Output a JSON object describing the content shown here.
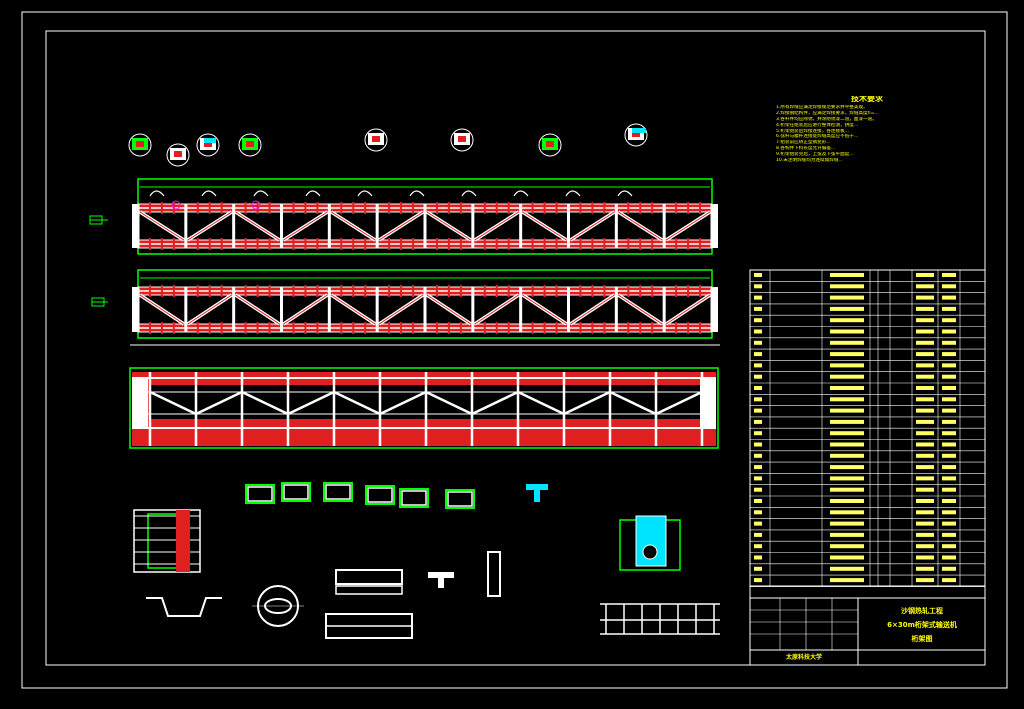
{
  "drawing": {
    "colors": {
      "background": "#000000",
      "frame": "#ffffff",
      "truss": "#ffffff",
      "chord_fill": "#e02020",
      "guide": "#00ff00",
      "note_text": "#ffff00",
      "cyan_part": "#00e5ff",
      "magenta_mark": "#ff00ff"
    },
    "notes": {
      "title": "技术要求",
      "lines": [
        "1.所有焊缝应满足焊接规范要求并平整美观。",
        "2.焊接钢结构件，应满足焊接要求，焊缝高度h=...",
        "3.各杆件均应除锈，并涂防锈漆二道，面漆一道。",
        "4.桁架在组装后应进行整体检测，拱度...",
        "5.桁架组装后焊接连接，各连接板...",
        "6.弦杆与腹杆连接处焊缝高度应不低于...",
        "7.组装前应矫正型钢变形...",
        "8.各构件下料长度允许偏差...",
        "9.桁架组装完后，上弦及下弦平面度...",
        "10.未注明焊缝均为连续角焊缝..."
      ]
    },
    "title_block": {
      "project": "沙钢热轧工程",
      "subtitle": "6×30m桁架式输送机",
      "drawing_name": "桁架图",
      "school": "太原科技大学"
    }
  }
}
